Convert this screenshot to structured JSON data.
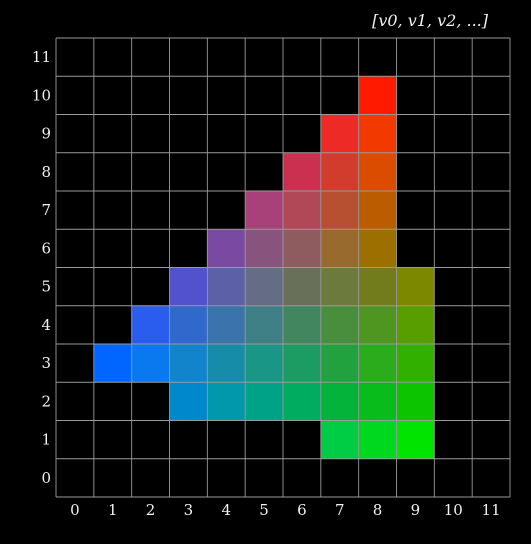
{
  "chart_data": {
    "type": "heatmap",
    "annotation": "[v0, v1, v2, ...]",
    "xlim": [
      0,
      11
    ],
    "ylim": [
      0,
      11
    ],
    "x_ticks": [
      "0",
      "1",
      "2",
      "3",
      "4",
      "5",
      "6",
      "7",
      "8",
      "9",
      "10",
      "11"
    ],
    "y_ticks": [
      "0",
      "1",
      "2",
      "3",
      "4",
      "5",
      "6",
      "7",
      "8",
      "9",
      "10",
      "11"
    ],
    "grid": true,
    "background": "#000000",
    "grid_color": "#9a9a9a",
    "cells": [
      {
        "x": 8,
        "y": 10,
        "color": "#ff1a00"
      },
      {
        "x": 7,
        "y": 9,
        "color": "#ee2a26"
      },
      {
        "x": 8,
        "y": 9,
        "color": "#f23a00"
      },
      {
        "x": 6,
        "y": 8,
        "color": "#cc3050"
      },
      {
        "x": 7,
        "y": 8,
        "color": "#d23c2c"
      },
      {
        "x": 8,
        "y": 8,
        "color": "#dc4c00"
      },
      {
        "x": 5,
        "y": 7,
        "color": "#a8407a"
      },
      {
        "x": 6,
        "y": 7,
        "color": "#b04858"
      },
      {
        "x": 7,
        "y": 7,
        "color": "#b65030"
      },
      {
        "x": 8,
        "y": 7,
        "color": "#bc5c00"
      },
      {
        "x": 4,
        "y": 6,
        "color": "#7a4aa2"
      },
      {
        "x": 5,
        "y": 6,
        "color": "#88547e"
      },
      {
        "x": 6,
        "y": 6,
        "color": "#8e5c5e"
      },
      {
        "x": 7,
        "y": 6,
        "color": "#986a2e"
      },
      {
        "x": 8,
        "y": 6,
        "color": "#9c7000"
      },
      {
        "x": 3,
        "y": 5,
        "color": "#5252cc"
      },
      {
        "x": 4,
        "y": 5,
        "color": "#5c60a6"
      },
      {
        "x": 5,
        "y": 5,
        "color": "#646c86"
      },
      {
        "x": 6,
        "y": 5,
        "color": "#68705a"
      },
      {
        "x": 7,
        "y": 5,
        "color": "#6c7a3e"
      },
      {
        "x": 8,
        "y": 5,
        "color": "#727c1c"
      },
      {
        "x": 9,
        "y": 5,
        "color": "#7c8800"
      },
      {
        "x": 2,
        "y": 4,
        "color": "#2a5cee"
      },
      {
        "x": 3,
        "y": 4,
        "color": "#3068cc"
      },
      {
        "x": 4,
        "y": 4,
        "color": "#3a74aa"
      },
      {
        "x": 5,
        "y": 4,
        "color": "#3e8086"
      },
      {
        "x": 6,
        "y": 4,
        "color": "#428660"
      },
      {
        "x": 7,
        "y": 4,
        "color": "#488e3c"
      },
      {
        "x": 8,
        "y": 4,
        "color": "#4e9620"
      },
      {
        "x": 9,
        "y": 4,
        "color": "#589e00"
      },
      {
        "x": 1,
        "y": 3,
        "color": "#0066ff"
      },
      {
        "x": 2,
        "y": 3,
        "color": "#0a78ee"
      },
      {
        "x": 3,
        "y": 3,
        "color": "#1284cc"
      },
      {
        "x": 4,
        "y": 3,
        "color": "#168ca8"
      },
      {
        "x": 5,
        "y": 3,
        "color": "#1a9686"
      },
      {
        "x": 6,
        "y": 3,
        "color": "#1c9c62"
      },
      {
        "x": 7,
        "y": 3,
        "color": "#22a23e"
      },
      {
        "x": 8,
        "y": 3,
        "color": "#2aac1c"
      },
      {
        "x": 9,
        "y": 3,
        "color": "#32b000"
      },
      {
        "x": 3,
        "y": 2,
        "color": "#0088cc"
      },
      {
        "x": 4,
        "y": 2,
        "color": "#0098aa"
      },
      {
        "x": 5,
        "y": 2,
        "color": "#00a286"
      },
      {
        "x": 6,
        "y": 2,
        "color": "#00ac60"
      },
      {
        "x": 7,
        "y": 2,
        "color": "#04b43a"
      },
      {
        "x": 8,
        "y": 2,
        "color": "#08bc1c"
      },
      {
        "x": 9,
        "y": 2,
        "color": "#0cc400"
      },
      {
        "x": 7,
        "y": 1,
        "color": "#00cc44"
      },
      {
        "x": 8,
        "y": 1,
        "color": "#00d820"
      },
      {
        "x": 9,
        "y": 1,
        "color": "#00e400"
      }
    ]
  }
}
